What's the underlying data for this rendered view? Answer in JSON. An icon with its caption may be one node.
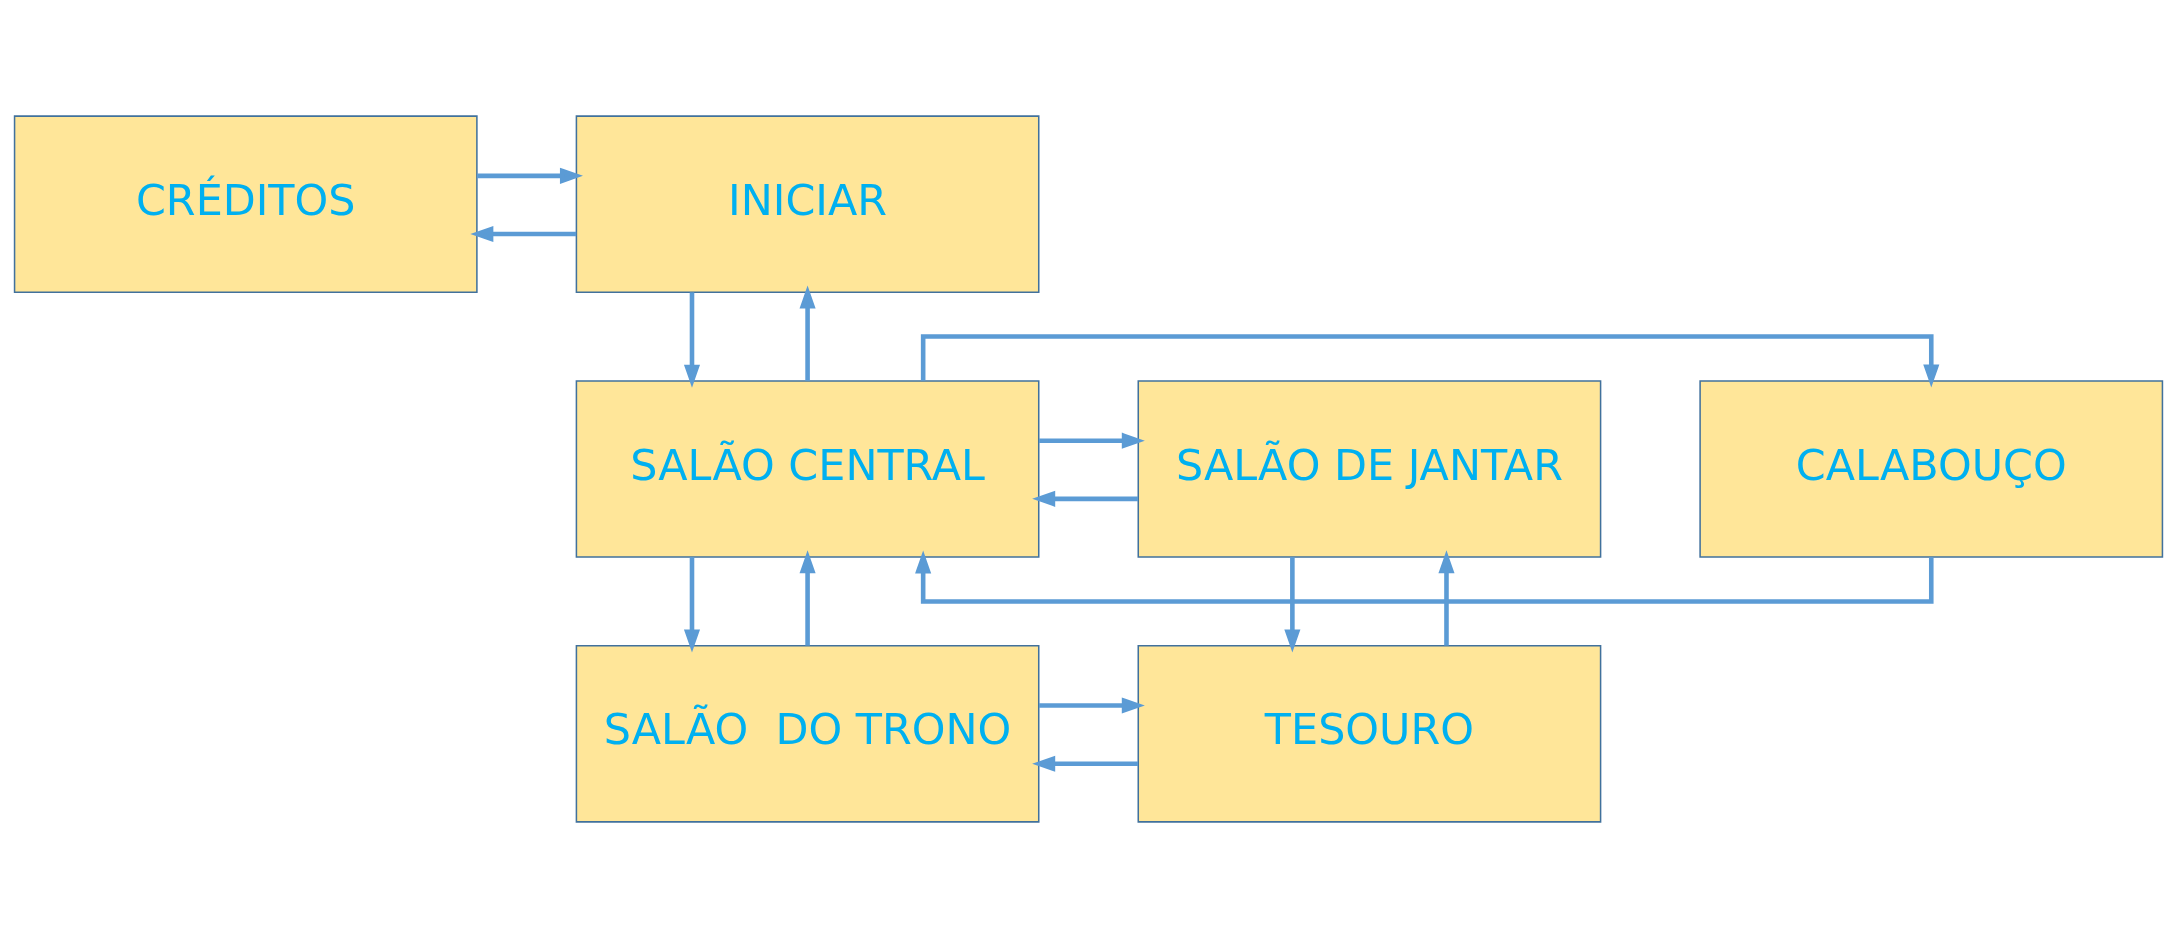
{
  "diagram": {
    "nodes": [
      {
        "text": [
          "CRÉDITOS"
        ]
      },
      {
        "text": [
          "INICIAR"
        ]
      },
      {
        "text": [
          "CALABOUÇO"
        ]
      },
      {
        "text": [
          "SALÃO CENTRAL"
        ]
      },
      {
        "text": [
          "SALÃO DE JANTAR"
        ]
      },
      {
        "text": [
          "SALÃO  DO TRONO"
        ]
      },
      {
        "text": [
          "TESOURO"
        ]
      }
    ],
    "edges": [
      {
        "from": 0,
        "to": 1,
        "arrow": "to"
      },
      {
        "from": 1,
        "to": 0,
        "arrow": "to"
      },
      {
        "from": 3,
        "to": 1,
        "arrow": "to"
      },
      {
        "from": 1,
        "to": 3,
        "arrow": "to"
      },
      {
        "from": 2,
        "to": 3,
        "arrow": "to"
      },
      {
        "from": 3,
        "to": 2,
        "arrow": "to"
      },
      {
        "from": 3,
        "to": 4,
        "arrow": "to"
      },
      {
        "from": 4,
        "to": 3,
        "arrow": "to"
      },
      {
        "from": 5,
        "to": 3,
        "arrow": "to"
      },
      {
        "from": 3,
        "to": 5,
        "arrow": "to"
      },
      {
        "from": 5,
        "to": 6,
        "arrow": "to"
      },
      {
        "from": 6,
        "to": 5,
        "arrow": "to"
      },
      {
        "from": 6,
        "to": 4,
        "arrow": "to"
      },
      {
        "from": 4,
        "to": 6,
        "arrow": "to"
      }
    ]
  }
}
